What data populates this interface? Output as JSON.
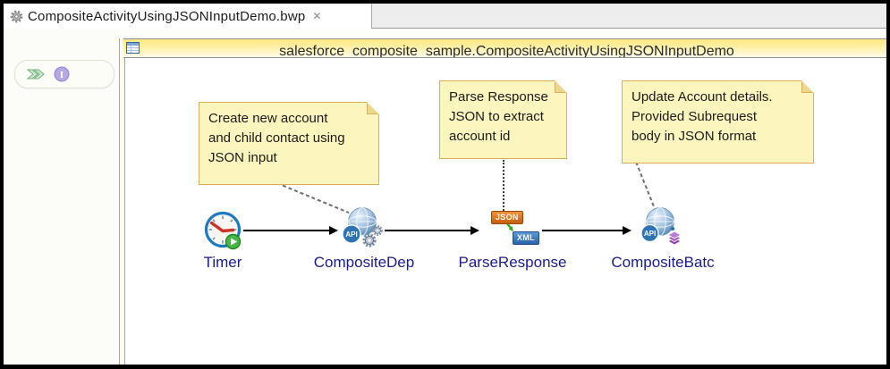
{
  "window": {
    "tab_title": "CompositeActivityUsingJSONInputDemo.bwp",
    "close_glyph": "✕"
  },
  "palette": {
    "icons": [
      "chevron-flag-icon",
      "info-icon"
    ]
  },
  "process": {
    "header_title": "salesforce_composite_sample.CompositeActivityUsingJSONInputDemo",
    "notes": [
      {
        "text": "Create new account\nand child contact using\nJSON input"
      },
      {
        "text": "Parse Response\nJSON to extract\naccount id"
      },
      {
        "text": "Update Account details.\nProvided Subrequest\nbody in JSON format"
      }
    ],
    "activities": [
      {
        "label": "Timer"
      },
      {
        "label": "CompositeDep"
      },
      {
        "label": "ParseResponse"
      },
      {
        "label": "CompositeBatc"
      }
    ],
    "badges": {
      "json": "JSON",
      "xml": "XML",
      "api": "API"
    }
  },
  "colors": {
    "note_bg": "#fdf5be",
    "note_border": "#d9ae55",
    "header_gradient_top": "#ffe87f",
    "activity_label": "#1b1b8e",
    "api_circle": "#2e74b5",
    "json_badge": "#d97722",
    "xml_badge": "#3a74b8",
    "timer_ring": "#1b7ac2",
    "play_green": "#2fa32f"
  }
}
